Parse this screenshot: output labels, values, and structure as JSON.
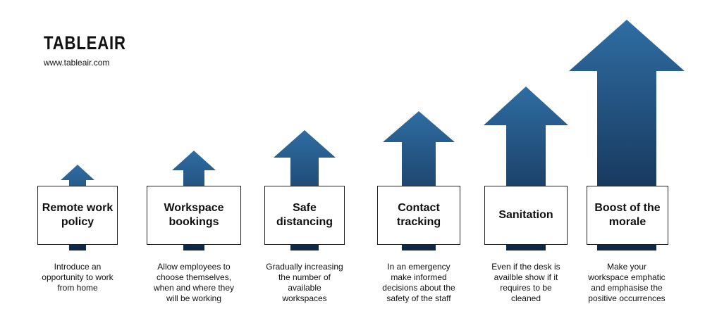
{
  "brand": {
    "logo_text": "TABLEAIR",
    "url": "www.tableair.com"
  },
  "colors": {
    "arrow_top": "#2f6da3",
    "arrow_bottom": "#0f2644",
    "card_border": "#222222"
  },
  "steps": [
    {
      "title": "Remote work\npolicy",
      "description": "Introduce an\nopportunity to work\nfrom home"
    },
    {
      "title": "Workspace\nbookings",
      "description": "Allow employees to\nchoose themselves,\nwhen and where they\nwill be working"
    },
    {
      "title": "Safe\ndistancing",
      "description": "Gradually increasing\nthe number of\navailable\nworkspaces"
    },
    {
      "title": "Contact\ntracking",
      "description": "In an emergency\nmake informed\ndecisions about the\nsafety of the staff"
    },
    {
      "title": "Sanitation",
      "description": "Even if the desk is\navailble show if it\nrequires to be\ncleaned"
    },
    {
      "title": "Boost of the\nmorale",
      "description": "Make your\nworkspace emphatic\nand emphasise the\npositive occurrences"
    }
  ]
}
